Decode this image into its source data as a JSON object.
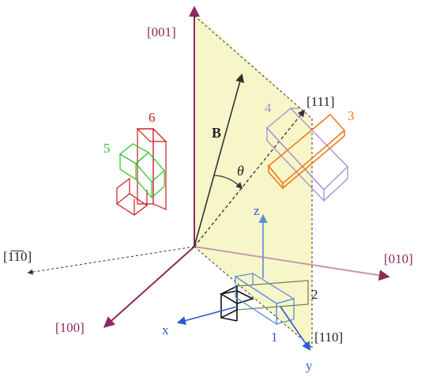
{
  "axes": {
    "z001": "[001]",
    "y010": "[010]",
    "x100": "[100]",
    "diag110": "[110]",
    "diag111": "[111]",
    "diag1m10": "[1̅1̅0]"
  },
  "field": {
    "label": "B",
    "angle": "θ"
  },
  "local_frame": {
    "x": "x",
    "y": "y",
    "z": "z"
  },
  "centers": {
    "c1": "1",
    "c2": "2",
    "c3": "3",
    "c4": "4",
    "c5": "5",
    "c6": "6"
  },
  "colors": {
    "axis": "#8c2a5c",
    "dashed": "#333333",
    "plane": "#f6f6c9",
    "c1": "#2b5bd6",
    "c2": "#555555",
    "c3": "#f07a1a",
    "c4": "#a98ad8",
    "c5": "#2bc22b",
    "c6": "#cc1a1a",
    "frame": "#5b8ed6"
  }
}
